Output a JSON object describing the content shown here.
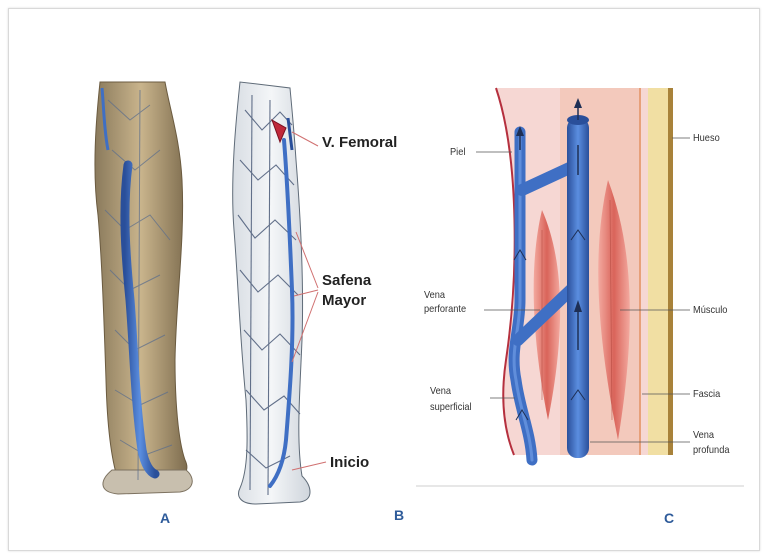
{
  "panels": {
    "a": {
      "letter": "A"
    },
    "b": {
      "letter": "B",
      "femoral_label": "V. Femoral",
      "safena_line1": "Safena",
      "safena_line2": "Mayor",
      "inicio_label": "Inicio"
    },
    "c": {
      "letter": "C",
      "labels": {
        "piel": "Piel",
        "hueso": "Hueso",
        "vena_perforante_1": "Vena",
        "vena_perforante_2": "perforante",
        "musculo": "Músculo",
        "vena_superficial_1": "Vena",
        "vena_superficial_2": "superficial",
        "fascia": "Fascia",
        "vena_profunda_1": "Vena",
        "vena_profunda_2": "profunda"
      }
    }
  },
  "colors": {
    "vein_blue": "#3f6fc4",
    "vein_dark": "#2a4f9a",
    "skin_pink": "#f6d7d3",
    "muscle_red": "#d9645a",
    "bone_yellow": "#f1dfa3",
    "letter_blue": "#2e5b9a"
  }
}
